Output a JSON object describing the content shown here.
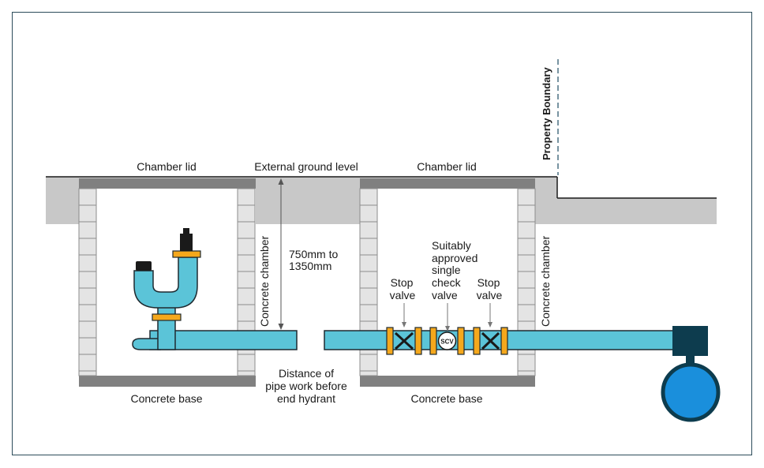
{
  "labels": {
    "chamber_lid_left": "Chamber lid",
    "external_ground_level": "External ground level",
    "chamber_lid_right": "Chamber lid",
    "property_boundary": "Property Boundary",
    "concrete_chamber_left": "Concrete chamber",
    "concrete_chamber_right": "Concrete chamber",
    "depth_line1": "750mm to",
    "depth_line2": "1350mm",
    "stop_valve_left_line1": "Stop",
    "stop_valve_left_line2": "valve",
    "check_valve_line1": "Suitably",
    "check_valve_line2": "approved",
    "check_valve_line3": "single",
    "check_valve_line4": "check",
    "check_valve_line5": "valve",
    "stop_valve_right_line1": "Stop",
    "stop_valve_right_line2": "valve",
    "scv": "SCV",
    "distance_line1": "Distance of",
    "distance_line2": "pipe work before",
    "distance_line3": "end hydrant",
    "concrete_base_left": "Concrete base",
    "concrete_base_right": "Concrete base"
  },
  "colors": {
    "pipe": "#5bc4d8",
    "pipe_outline": "#1f2a30",
    "valve_flange": "#f5a81c",
    "ground": "#c8c8c8",
    "lid": "#808080",
    "brick": "#e4e4e4",
    "brick_outline": "#8c8c8c",
    "boundary_line": "#1f4e63",
    "frame": "#2c4c5a",
    "meter_body": "#0d3c4e",
    "meter_dial": "#1a8fdc",
    "hydrant_cap": "#1a1a1a"
  }
}
